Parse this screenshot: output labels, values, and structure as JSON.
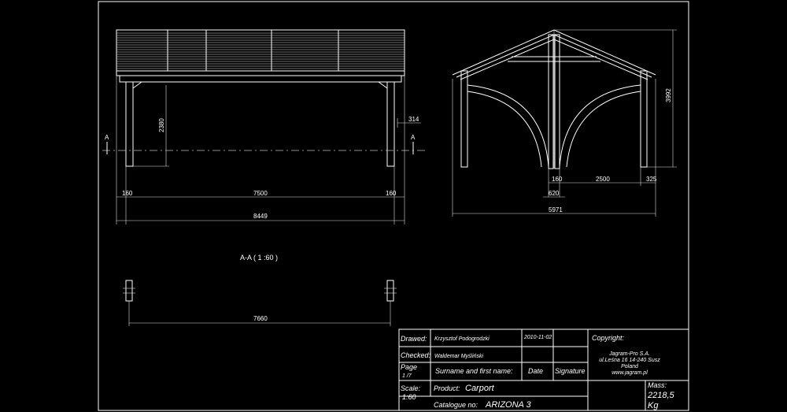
{
  "drawing": {
    "section_label": "A-A ( 1 :60 )",
    "section_marks": [
      "A",
      "A"
    ],
    "front_view": {
      "dims": {
        "post_height": "2380",
        "overhang": "314",
        "post_left": "160",
        "span": "7500",
        "post_right": "160",
        "total_length": "8449"
      }
    },
    "side_view": {
      "dims": {
        "total_height": "3992",
        "post_width": "160",
        "center_width": "620",
        "inner_span": "2500",
        "edge": "325",
        "total_width": "5971"
      }
    },
    "plan_view": {
      "dims": {
        "post_distance": "7660"
      }
    }
  },
  "title_block": {
    "drawed_label": "Drawed:",
    "drawed_name": "Krzysztof Podogrodzki",
    "date": "2010-11-02",
    "checked_label": "Checked:",
    "checked_name": "Waldemar Myśliński",
    "copyright_label": "Copyright:",
    "company_lines": [
      "Jagram-Pro S.A.",
      "ul.Leśna 16 14-240 Susz",
      "Poland",
      "www.jagram.pl"
    ],
    "page_label": "Page",
    "page_value": "1 /7",
    "surname_label": "Surname and first name:",
    "date_label": "Date",
    "signature_label": "Signature",
    "scale_label": "Scale:",
    "scale_value": "1:60",
    "product_label": "Product:",
    "product_value": "Carport",
    "catalogue_label": "Catalogue no:",
    "catalogue_value": "ARIZONA 3",
    "mass_label": "Mass:",
    "mass_value": "2218,5",
    "mass_unit": "Kg"
  }
}
